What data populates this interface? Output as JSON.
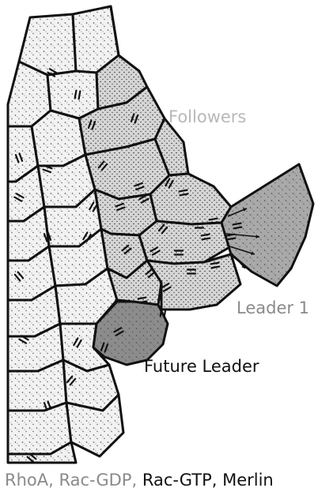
{
  "labels": {
    "followers": "Followers",
    "leader": "Leader 1",
    "future_leader": "Future Leader"
  },
  "legend": [
    {
      "text": "RhoA, ",
      "color": "#8a8a8a"
    },
    {
      "text": "Rac-GDP, ",
      "color": "#8a8a8a"
    },
    {
      "text": "Rac-GTP, ",
      "color": "#111111"
    },
    {
      "text": "Merlin",
      "color": "#111111"
    }
  ],
  "colors": {
    "follower_label": "#b8b8b8",
    "leader_label": "#8a8a8a",
    "future_leader_label": "#111111",
    "leader_cell": "#a9a9a9",
    "future_leader_cell": "#8c8c8c",
    "follower_cell": "#d6d6d6",
    "outer_cell": "#f2f2f2",
    "outline": "#111111"
  },
  "icons": [
    "junction-mark",
    "arrow-icon"
  ]
}
